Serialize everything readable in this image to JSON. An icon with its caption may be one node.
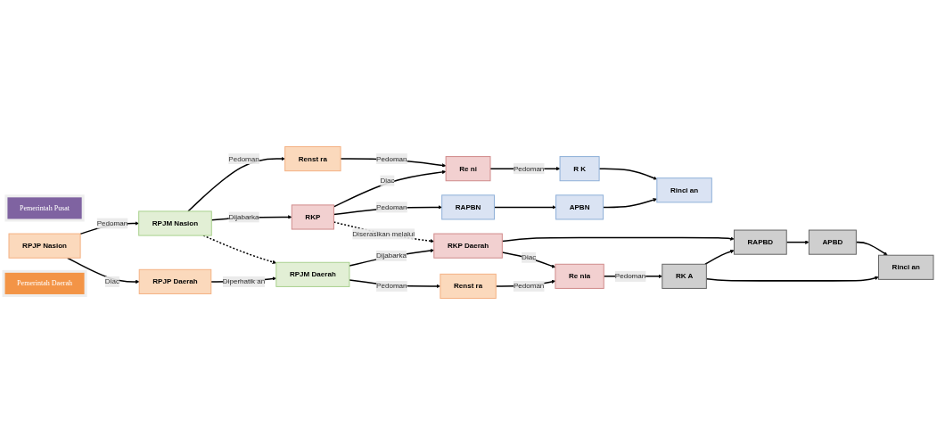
{
  "diagram": {
    "nodes": [
      {
        "text": [
          "Pemerintah Pusat"
        ]
      },
      {
        "text": [
          "Renst ra"
        ]
      },
      {
        "text": [
          "Re ni"
        ]
      },
      {
        "text": [
          "R K"
        ]
      },
      {
        "text": [
          "Rinci an"
        ]
      },
      {
        "text": [
          "RPJP Nasion"
        ]
      },
      {
        "text": [
          "RPJM Nasion"
        ]
      },
      {
        "text": [
          "RKP"
        ]
      },
      {
        "text": [
          "RAPBN"
        ]
      },
      {
        "text": [
          "APBN"
        ]
      },
      {
        "text": [
          "RPJP Daerah"
        ]
      },
      {
        "text": [
          "RPJM Daerah"
        ]
      },
      {
        "text": [
          "RKP Daerah"
        ]
      },
      {
        "text": [
          "RAPBD"
        ]
      },
      {
        "text": [
          "APBD"
        ]
      },
      {
        "text": [
          "Pemerintah Daerah"
        ]
      },
      {
        "text": [
          "Renst ra"
        ]
      },
      {
        "text": [
          "Re nia"
        ]
      },
      {
        "text": [
          "RK A"
        ]
      },
      {
        "text": [
          "Rinci an"
        ]
      }
    ],
    "edges": [
      {
        "from": 1,
        "to": 2,
        "arrow": "to",
        "label": "Pedoman"
      },
      {
        "from": 2,
        "to": 3,
        "arrow": "to",
        "label": "Pedoman"
      },
      {
        "from": 3,
        "to": 4,
        "arrow": "to"
      },
      {
        "from": 6,
        "to": 1,
        "arrow": "to",
        "label": "Pedoman"
      },
      {
        "from": 7,
        "to": 2,
        "arrow": "to",
        "label": "Diac"
      },
      {
        "from": 9,
        "to": 4,
        "arrow": "to"
      },
      {
        "from": 5,
        "to": 6,
        "arrow": "to",
        "label": "Pedoman"
      },
      {
        "from": 6,
        "to": 7,
        "arrow": "to",
        "label": "Dijabarka"
      },
      {
        "from": 7,
        "to": 8,
        "arrow": "to",
        "label": "Pedoman"
      },
      {
        "from": 8,
        "to": 9,
        "arrow": "to"
      },
      {
        "from": 5,
        "to": 10,
        "arrow": "to",
        "label": "Diac"
      },
      {
        "from": 6,
        "to": 11,
        "arrow": "to",
        "style": "dashed"
      },
      {
        "from": 7,
        "to": 12,
        "arrow": "to",
        "style": "dashed",
        "label": "Diserasikan melalui"
      },
      {
        "from": 10,
        "to": 11,
        "arrow": "to",
        "label": "Diperhatik an"
      },
      {
        "from": 11,
        "to": 12,
        "arrow": "to",
        "label": "Dijabarka"
      },
      {
        "from": 12,
        "to": 13,
        "arrow": "to"
      },
      {
        "from": 13,
        "to": 14,
        "arrow": "to"
      },
      {
        "from": 11,
        "to": 16,
        "arrow": "to",
        "label": "Pedoman"
      },
      {
        "from": 12,
        "to": 17,
        "arrow": "to",
        "label": "Diac"
      },
      {
        "from": 18,
        "to": 13,
        "arrow": "to"
      },
      {
        "from": 14,
        "to": 19,
        "arrow": "to"
      },
      {
        "from": 16,
        "to": 17,
        "arrow": "to",
        "label": "Pedoman"
      },
      {
        "from": 17,
        "to": 18,
        "arrow": "to",
        "label": "Pedoman"
      },
      {
        "from": 18,
        "to": 19,
        "arrow": "to"
      }
    ]
  }
}
